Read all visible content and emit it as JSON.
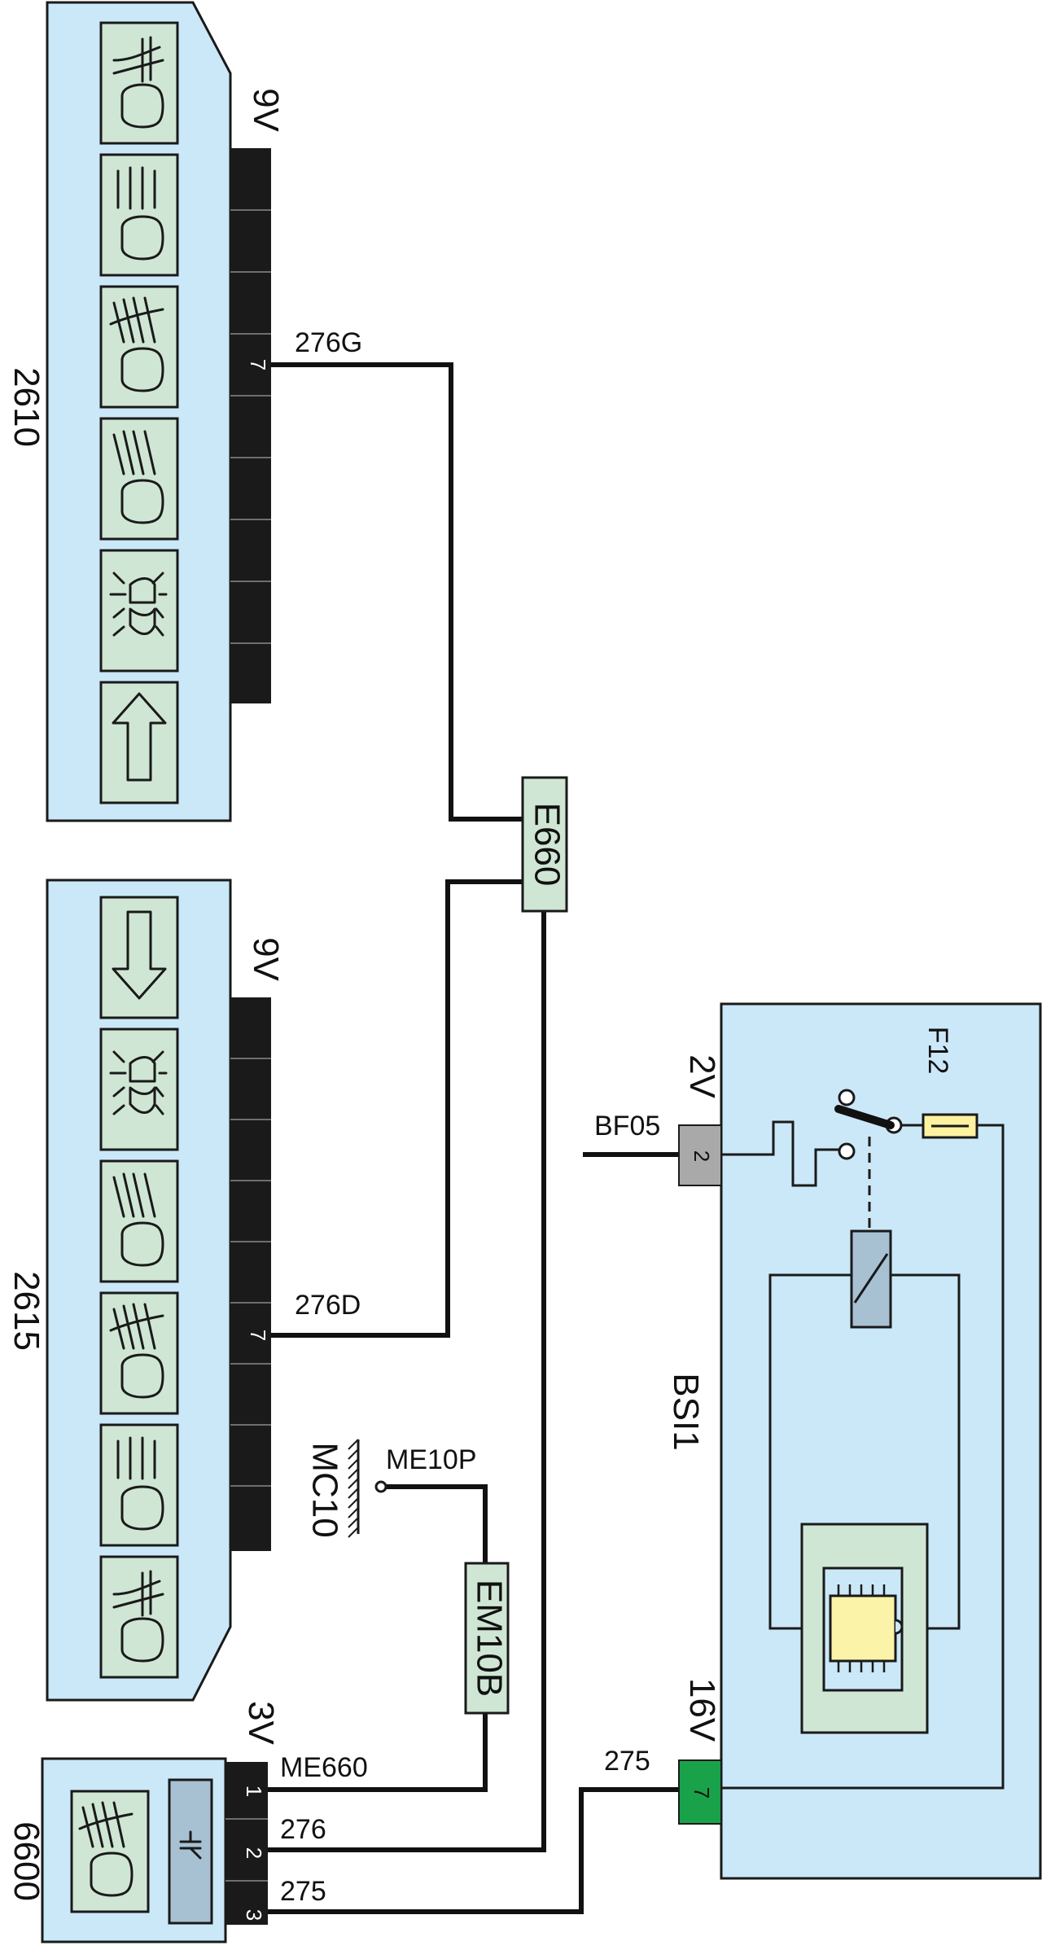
{
  "components": {
    "c2610": "2610",
    "c2615": "2615",
    "c6600": "6600",
    "bsi": "BSI1",
    "mc10": "MC10"
  },
  "connectors": {
    "c2610_conn": "9V",
    "c2615_conn": "9V",
    "c6600_conn": "3V",
    "bsi_conn_top": "2V",
    "bsi_conn_bottom": "16V",
    "bsi_pin_top": "2",
    "bsi_pin_bottom": "7",
    "c2610_pin": "7",
    "c2615_pin": "7",
    "c6600_pins": [
      "1",
      "2",
      "3"
    ]
  },
  "wires": {
    "w276G": "276G",
    "w276D": "276D",
    "wME660": "ME660",
    "w276": "276",
    "w275_a": "275",
    "w275_b": "275",
    "wBF05": "BF05",
    "wME10P": "ME10P"
  },
  "splices": {
    "e660": "E660",
    "em10b": "EM10B"
  },
  "fuse": {
    "label": "F12"
  },
  "colors": {
    "panel": "#cbe8f8",
    "cell": "#cfe6d4",
    "connector": "#1a1a1a",
    "bsi_pin_top": "#a9a9a9",
    "bsi_pin_bottom": "#1aa24a",
    "fuse": "#fdf2a0",
    "relay": "#a7c1d3",
    "chip": "#fbf3a8"
  },
  "icons": {
    "c2610": [
      "fog-lamp-front-icon",
      "headlamp-dipped-icon",
      "headlamp-rear-fog-icon",
      "headlamp-main-icon",
      "side-lamp-icon",
      "up-arrow-icon"
    ],
    "c2615": [
      "down-arrow-icon",
      "side-lamp-icon",
      "headlamp-main-icon",
      "headlamp-rear-fog-icon",
      "headlamp-dipped-icon",
      "fog-lamp-front-icon"
    ],
    "c6600": [
      "headlamp-rear-fog-icon"
    ]
  }
}
